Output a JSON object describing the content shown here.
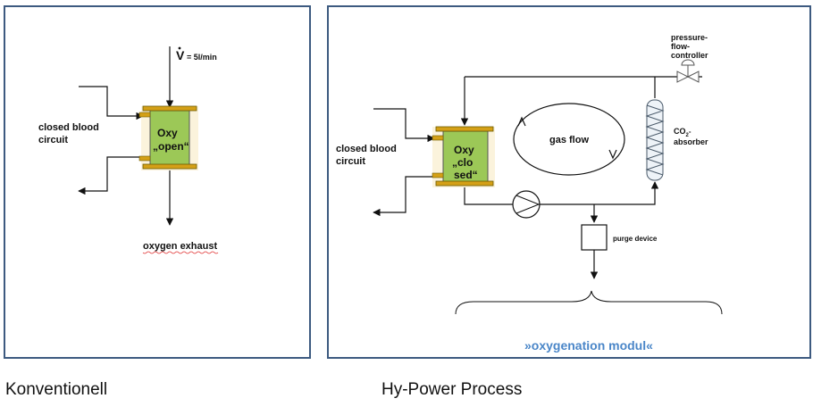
{
  "left": {
    "flow_symbol": "V",
    "flow_label": "= 5l/min",
    "blood_circuit": [
      "closed blood",
      "circuit"
    ],
    "oxy_lines": [
      "Oxy",
      "„open“"
    ],
    "exhaust": "oxygen exhaust",
    "caption": "Konventionell"
  },
  "right": {
    "controller": [
      "pressure-",
      "flow-",
      "controller"
    ],
    "absorber_line1": "CO",
    "absorber_sub": "2",
    "absorber_tail": "-",
    "absorber_line2": "absorber",
    "gas_flow": "gas flow",
    "blood_circuit": [
      "closed blood",
      "circuit"
    ],
    "oxy_lines": [
      "Oxy",
      "„clo",
      "sed“"
    ],
    "purge": "purge device",
    "module": "»oxygenation modul«",
    "caption": "Hy-Power Process"
  },
  "colors": {
    "panel_border": "#3d5a80",
    "oxy_fill": "#9cc857",
    "oxy_caps": "#d4a017",
    "module_text": "#4a86c8",
    "line": "#111111"
  }
}
